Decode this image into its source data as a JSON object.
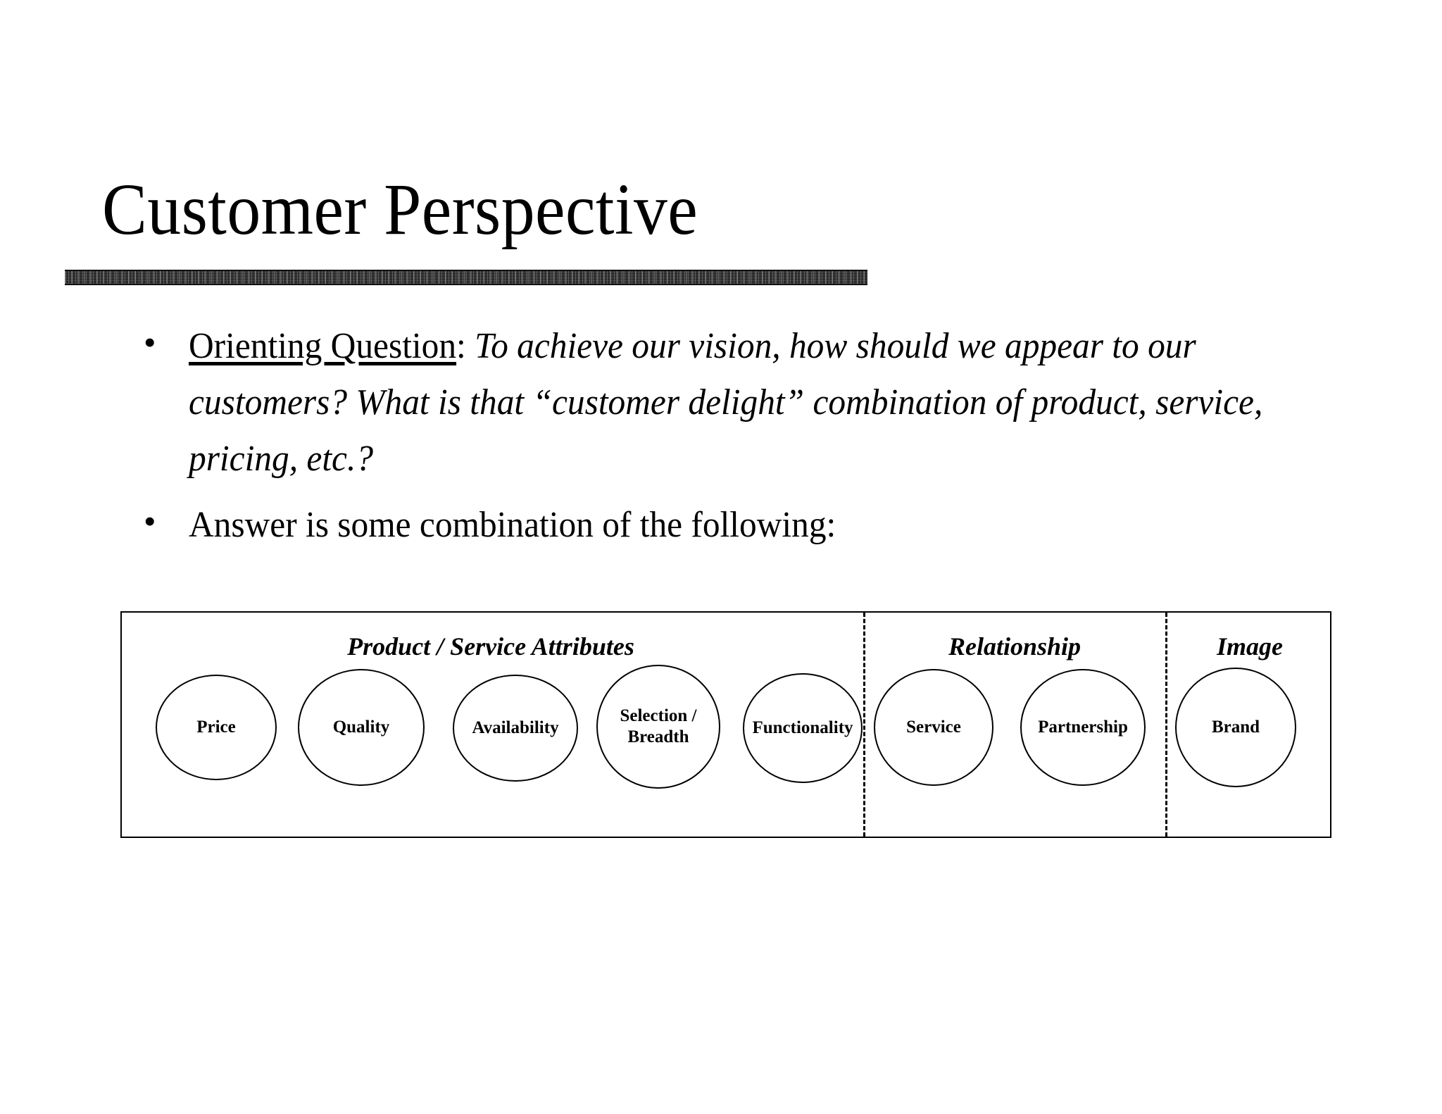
{
  "slide": {
    "title": "Customer Perspective",
    "bullet_marker": "•",
    "bullets": [
      {
        "lead": "Orienting Question",
        "lead_underlined": true,
        "separator": ":",
        "body": " To achieve our vision, how should we appear to our customers?  What is that “customer delight” combination of product, service, pricing, etc.?",
        "body_italic": true
      },
      {
        "lead": "",
        "lead_underlined": false,
        "separator": "",
        "body": "Answer is some combination of the following:",
        "body_italic": false
      }
    ]
  },
  "diagram": {
    "groups": [
      {
        "header": "Product / Service Attributes"
      },
      {
        "header": "Relationship"
      },
      {
        "header": "Image"
      }
    ],
    "nodes": [
      {
        "label": "Price",
        "line2": ""
      },
      {
        "label": "Quality",
        "line2": ""
      },
      {
        "label": "Availability",
        "line2": ""
      },
      {
        "label": "Selection /",
        "line2": "Breadth"
      },
      {
        "label": "Functionality",
        "line2": ""
      },
      {
        "label": "Service",
        "line2": ""
      },
      {
        "label": "Partnership",
        "line2": ""
      },
      {
        "label": "Brand",
        "line2": ""
      }
    ],
    "colors": {
      "border": "#000000",
      "background": "#ffffff",
      "rule": "#2b2b2b"
    }
  }
}
